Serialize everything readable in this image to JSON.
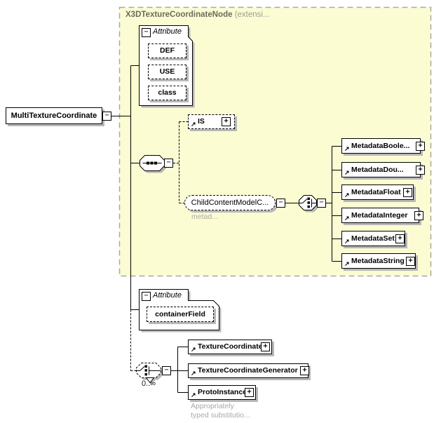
{
  "icons": {
    "expand": "+",
    "collapse": "−",
    "reference": "↗"
  },
  "colors": {
    "group_fill": "#FCFCD2",
    "group_border": "#A8A8A8",
    "shadow": "#B8B8B8",
    "annotation_text": "#A8A8A8",
    "header_text": "#6B6B60",
    "header_suffix": "#9B9B90"
  },
  "root": {
    "label": "MultiTextureCoordinate"
  },
  "group": {
    "title": "X3DTextureCoordinateNode",
    "title_suffix": " (extensi...",
    "attributes_label": "Attribute",
    "attributes": [
      "DEF",
      "USE",
      "class"
    ],
    "is": {
      "label": "IS"
    },
    "child_content": {
      "label": "ChildContentModelC...",
      "annotation": "metad..."
    },
    "metadata": [
      "MetadataBoole...",
      "MetadataDou...",
      "MetadataFloat",
      "MetadataInteger",
      "MetadataSet",
      "MetadataString"
    ]
  },
  "attributes2_label": "Attribute",
  "attributes2": [
    "containerField"
  ],
  "occurrence": "0..∞",
  "children": [
    "TextureCoordinate",
    "TextureCoordinateGenerator",
    "ProtoInstance"
  ],
  "note": {
    "line1": "Appropriately",
    "line2": "typed substitutio..."
  }
}
